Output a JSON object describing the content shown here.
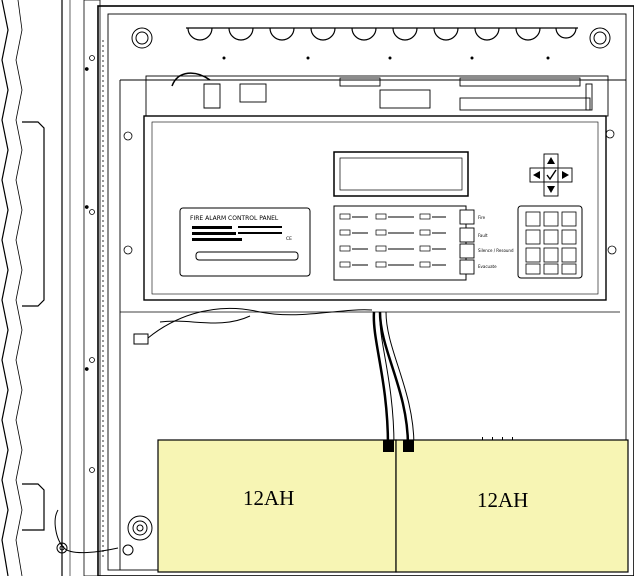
{
  "diagram": {
    "panel_title": "FIRE ALARM CONTROL PANEL",
    "ce_mark": "CE",
    "indicator_labels": [
      "Fire",
      "Fault",
      "Silence / Resound",
      "Evacuate"
    ],
    "batteries": [
      {
        "label": "12AH",
        "color": "#f7f5b4"
      },
      {
        "label": "12AH",
        "color": "#f7f5b4"
      }
    ],
    "colors": {
      "outline": "#000000",
      "battery_fill": "#f7f5b4",
      "background": "#ffffff"
    }
  }
}
